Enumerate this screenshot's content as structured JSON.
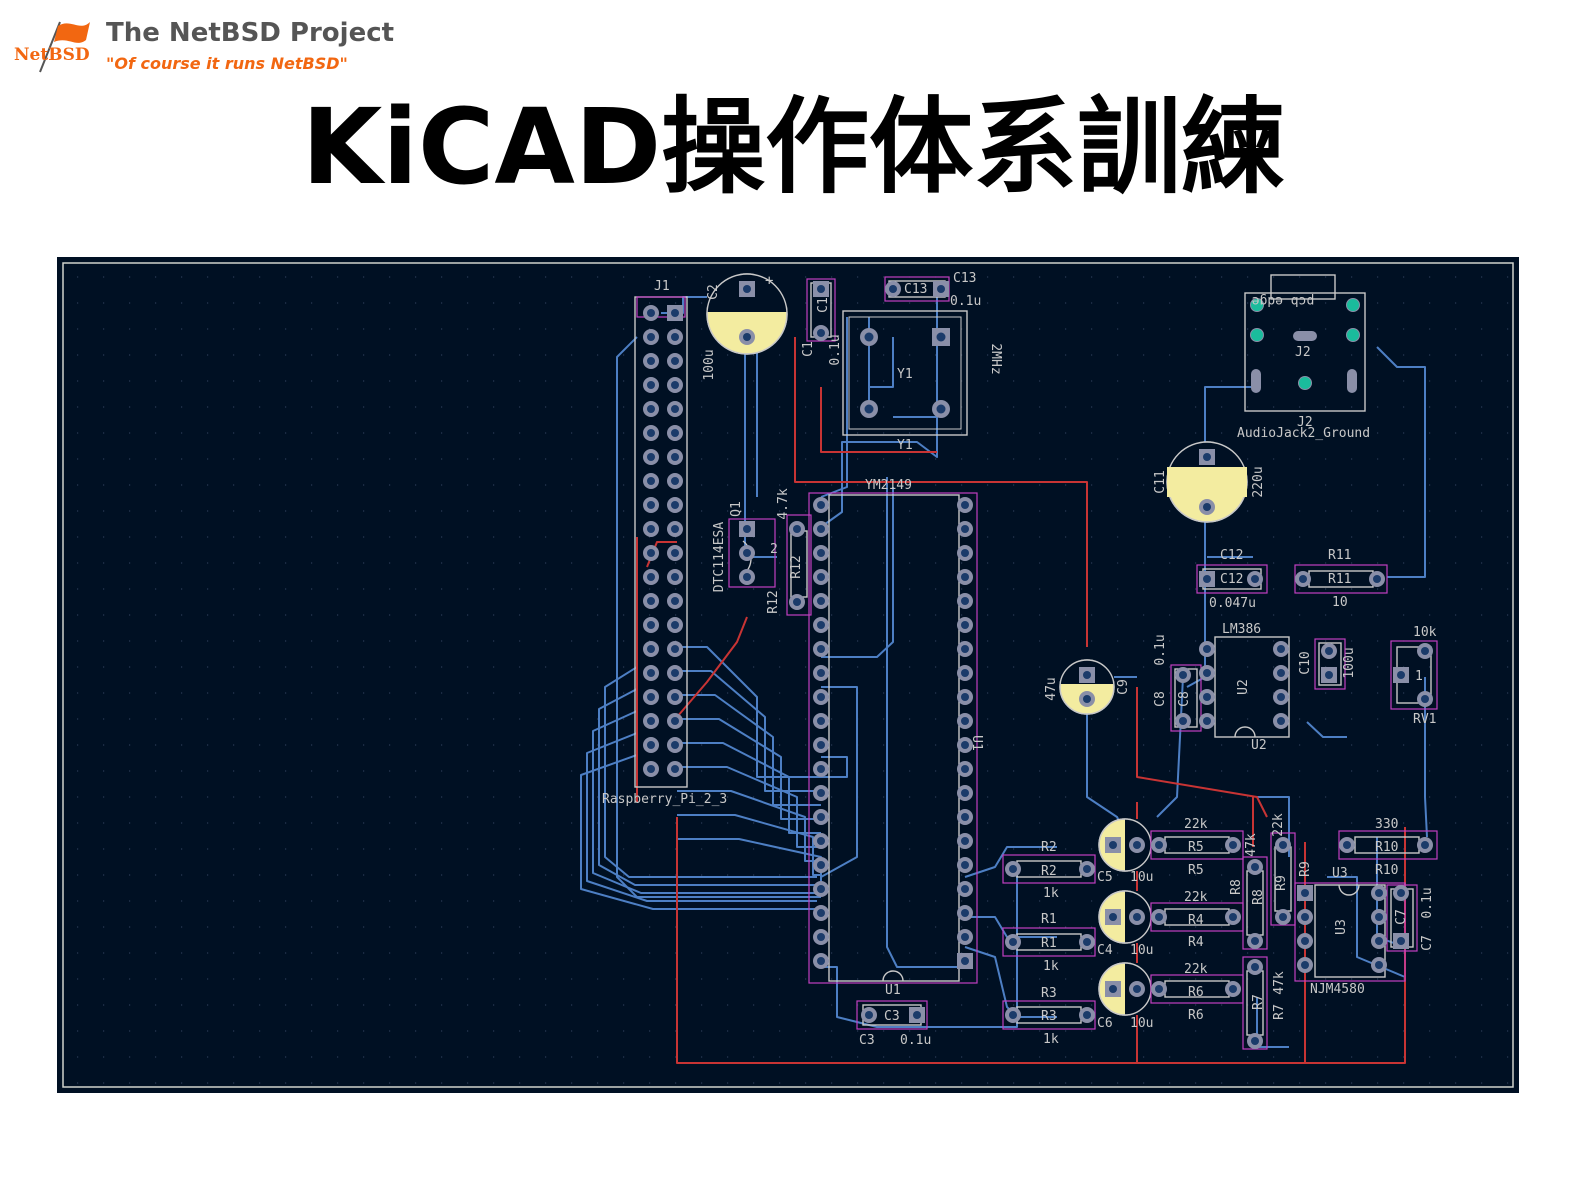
{
  "header": {
    "logo_text": "NetBSD",
    "project_title": "The NetBSD Project",
    "tagline": "\"Of course it runs NetBSD\""
  },
  "slide": {
    "title": "KiCAD操作体系訓練"
  },
  "colors": {
    "background": "#ffffff",
    "board": "#001023",
    "board_edge": "#d0d2cd",
    "grid_dot": "#2a3a55",
    "pad_ring": "#8a8fa8",
    "pad_hole": "#1b3b6a",
    "pad_outline": "#c040c0",
    "through_hole": "#1abc9c",
    "trace_back": "#4d7fc4",
    "trace_front": "#c83434",
    "silk": "#c8c8c8",
    "cap_fill": "#f3eca0",
    "accent_orange": "#f26711",
    "title_gray": "#555555"
  },
  "pcb": {
    "labels": {
      "j1": "J1",
      "j1_value": "Raspberry_Pi_2_3",
      "c2": "C2",
      "c2_value": "100u",
      "c1": "C1",
      "c1_ref": "C1",
      "c1_value": "0.1u",
      "c13": "C13",
      "c13_ref": "C13",
      "c13_value": "0.1u",
      "y1": "Y1",
      "y1_ref": "Y1",
      "y1_value": "2MHz",
      "u1_value": "YM2149",
      "u1": "U1",
      "u1_ref": "U1",
      "q1": "Q1",
      "q1_value": "DTC114ESA",
      "q1_pin": "2",
      "r12": "R12",
      "r12_ref": "R12",
      "r12_value": "4.7k",
      "c3": "C3",
      "c3_ref": "C3",
      "c3_value": "0.1u",
      "j2": "J2",
      "j2_ref": "J2",
      "j2_value": "AudioJack2_Ground",
      "j2_edge": "pcb edge",
      "c11": "C11",
      "c11_value": "220u",
      "c12": "C12",
      "c12_ref": "C12",
      "c12_value": "0.047u",
      "r11": "R11",
      "r11_ref": "R11",
      "r11_value": "10",
      "u2_value": "LM386",
      "u2": "U2",
      "u2_ref": "U2",
      "c8": "C8",
      "c8_ref": "C8",
      "c8_value": "0.1u",
      "c9": "C9",
      "c9_value": "47u",
      "c10": "C10",
      "c10_value": "100u",
      "rv1": "RV1",
      "rv1_value": "10k",
      "rv1_pin": "1",
      "r2": "R2",
      "r2_ref": "R2",
      "r2_value": "1k",
      "r1": "R1",
      "r1_ref": "R1",
      "r1_value": "1k",
      "r3": "R3",
      "r3_ref": "R3",
      "r3_value": "1k",
      "c5": "C5",
      "c5_value": "10u",
      "c4": "C4",
      "c4_value": "10u",
      "c6": "C6",
      "c6_value": "10u",
      "r5": "R5",
      "r5_ref": "R5",
      "r5_value": "22k",
      "r4": "R4",
      "r4_ref": "R4",
      "r4_value": "22k",
      "r6": "R6",
      "r6_ref": "R6",
      "r6_value": "22k",
      "r8": "R8",
      "r8_ref": "R8",
      "r8_value": "47k",
      "r7": "R7",
      "r7_ref": "R7",
      "r7_value": "47k",
      "r9": "R9",
      "r9_ref": "R9",
      "r9_value": "22k",
      "r10": "R10",
      "r10_ref": "R10",
      "r10_value": "330",
      "u3": "U3",
      "u3_ref": "U3",
      "u3_value": "NJM4580",
      "c7": "C7",
      "c7_ref": "C7",
      "c7_value": "0.1u"
    }
  }
}
